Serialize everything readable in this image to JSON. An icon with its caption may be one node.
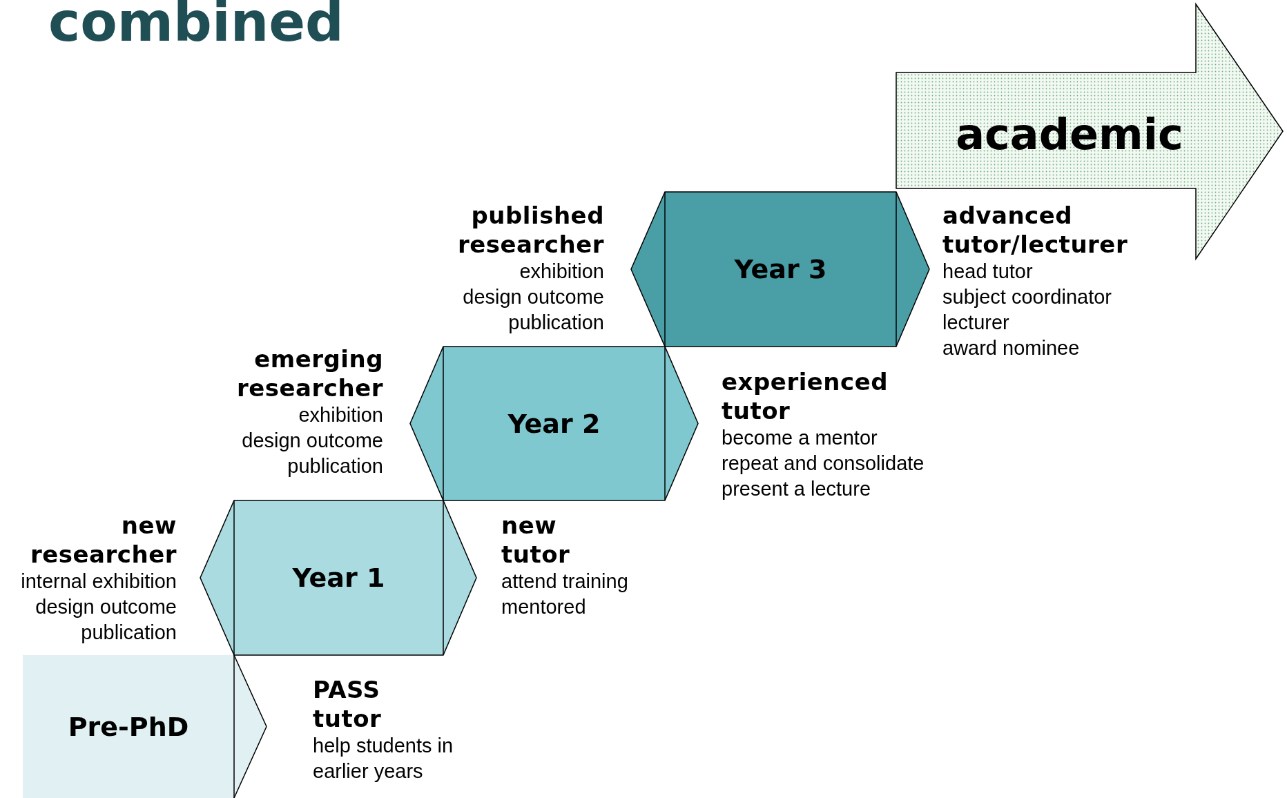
{
  "diagram": {
    "title": "combined",
    "nodes": [
      {
        "text": [
          "Pre-PhD"
        ],
        "beside": [
          "PASS tutor",
          "help students in earlier years"
        ]
      },
      {
        "text": [
          "Year 1"
        ],
        "beside": [
          "new researcher",
          "internal exhibition",
          "design outcome",
          "publication",
          "new tutor",
          "attend training",
          "mentored"
        ]
      },
      {
        "text": [
          "Year 2"
        ],
        "beside": [
          "emerging researcher",
          "exhibition",
          "design outcome",
          "publication",
          "experienced tutor",
          "become a mentor",
          "repeat and consolidate",
          "present a lecture"
        ]
      },
      {
        "text": [
          "Year 3"
        ],
        "beside": [
          "published researcher",
          "exhibition",
          "design outcome",
          "publication",
          "advanced tutor/lecturer",
          "head tutor",
          "subject coordinator",
          "lecturer",
          "award nominee"
        ]
      },
      {
        "text": [
          "academic"
        ]
      }
    ]
  }
}
